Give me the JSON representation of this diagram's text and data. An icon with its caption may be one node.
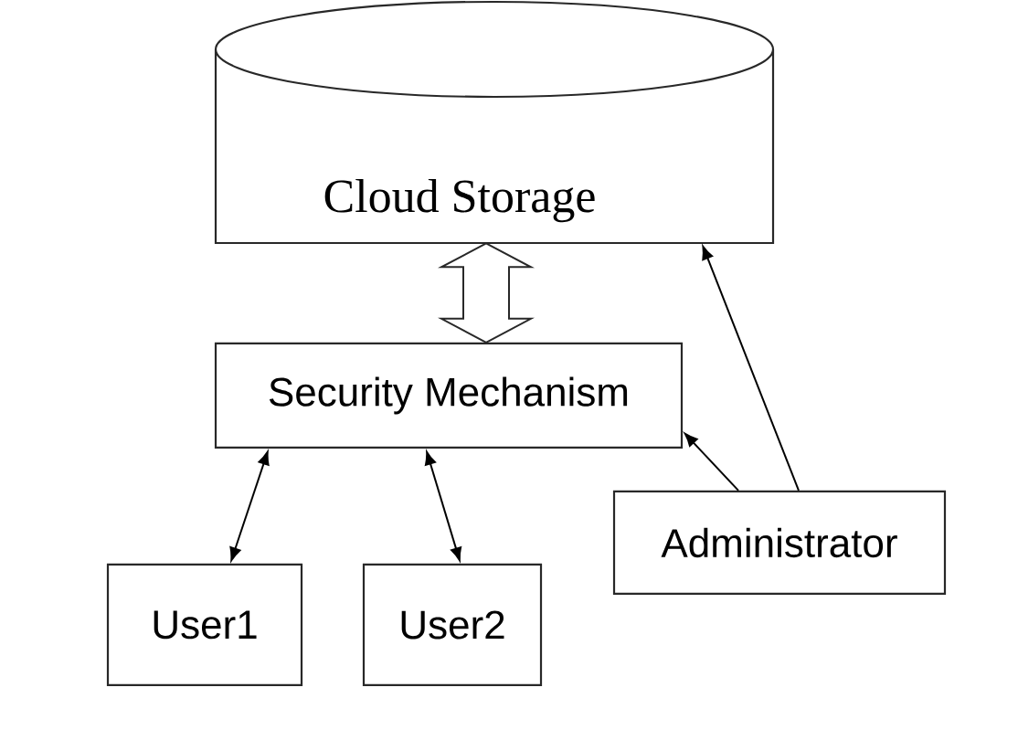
{
  "diagram": {
    "nodes": [
      {
        "text": [
          "Cloud Storage"
        ]
      },
      {
        "text": [
          "Security Mechanism"
        ]
      },
      {
        "text": [
          "User1"
        ]
      },
      {
        "text": [
          "User2"
        ]
      },
      {
        "text": [
          "Administrator"
        ]
      }
    ],
    "edges": [
      {
        "from": 0,
        "to": 1,
        "arrow": "both",
        "style": "thick"
      },
      {
        "from": 2,
        "to": 1,
        "arrow": "both"
      },
      {
        "from": 3,
        "to": 1,
        "arrow": "both"
      },
      {
        "from": 4,
        "to": 1,
        "arrow": "to"
      },
      {
        "from": 4,
        "to": 0,
        "arrow": "to"
      }
    ]
  }
}
